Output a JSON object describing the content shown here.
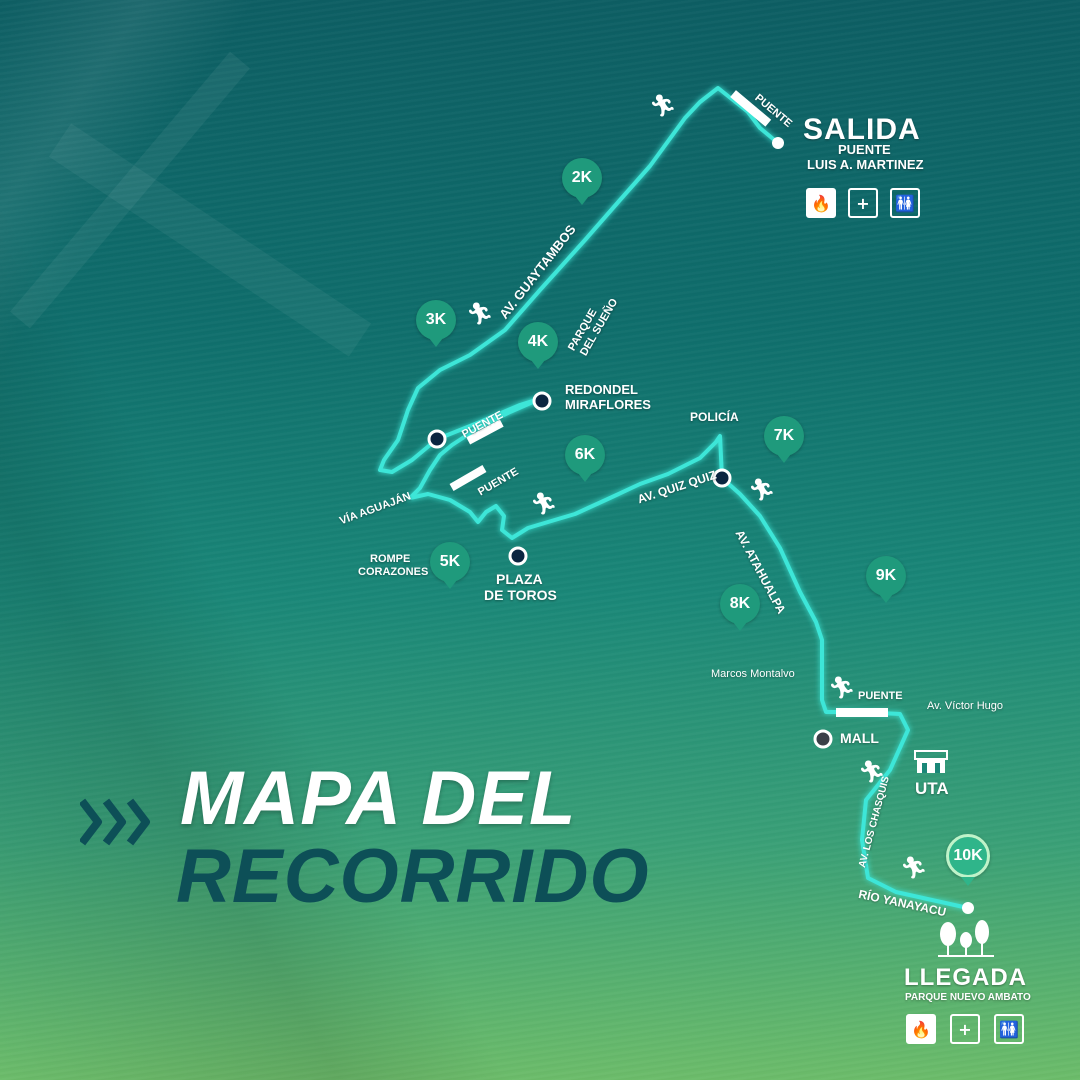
{
  "title": {
    "line1": "MAPA DEL",
    "line2": "RECORRIDO"
  },
  "start": {
    "label": "SALIDA",
    "sub1": "PUENTE",
    "sub2": "LUIS A. MARTINEZ"
  },
  "finish": {
    "label": "LLEGADA",
    "sub": "PARQUE NUEVO AMBATO"
  },
  "facility_icons": [
    "flame-icon",
    "first-aid-icon",
    "restroom-icon"
  ],
  "km_markers": [
    "2K",
    "3K",
    "4K",
    "5K",
    "6K",
    "7K",
    "8K",
    "9K",
    "10K"
  ],
  "streets": {
    "guaytambos": "AV. GUAYTAMBOS",
    "aguajan": "VÍA AGUAJÁN",
    "quiz_quiz": "AV. QUIZ QUIZ",
    "atahualpa": "AV. ATAHUALPA",
    "chasquis": "AV. LOS CHASQUIS",
    "yanayacu": "RÍO YANAYACU",
    "victor_hugo": "Av. Víctor Hugo",
    "montalvo": "Marcos Montalvo"
  },
  "landmarks": {
    "puente": "PUENTE",
    "parque_sueno": "PARQUE DEL SUEÑO",
    "parque_sueno_1": "PARQUE",
    "parque_sueno_2": "DEL SUEÑO",
    "redondel_1": "REDONDEL",
    "redondel_2": "MIRAFLORES",
    "rompe_1": "ROMPE",
    "rompe_2": "CORAZONES",
    "plaza_1": "PLAZA",
    "plaza_2": "DE TOROS",
    "policia": "POLICÍA",
    "mall": "MALL",
    "uta": "UTA"
  },
  "colors": {
    "route": "#3ee6d8",
    "marker": "#1f9a7c",
    "title_dark": "#0d4f57",
    "title_light": "#ffffff"
  }
}
